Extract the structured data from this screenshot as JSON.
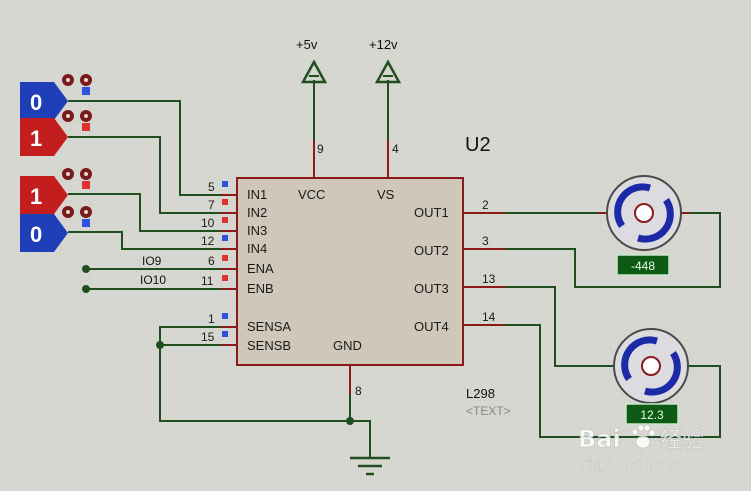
{
  "power": {
    "vcc_label": "+5v",
    "vs_label": "+12v"
  },
  "chip": {
    "ref": "U2",
    "part": "L298",
    "text": "<TEXT>",
    "left_pins": [
      {
        "num": "5",
        "name": "IN1"
      },
      {
        "num": "7",
        "name": "IN2"
      },
      {
        "num": "10",
        "name": "IN3"
      },
      {
        "num": "12",
        "name": "IN4"
      },
      {
        "num": "6",
        "name": "ENA"
      },
      {
        "num": "11",
        "name": "ENB"
      },
      {
        "num": "1",
        "name": "SENSA"
      },
      {
        "num": "15",
        "name": "SENSB"
      }
    ],
    "top_pins": [
      {
        "num": "9",
        "name": "VCC"
      },
      {
        "num": "4",
        "name": "VS"
      }
    ],
    "right_pins": [
      {
        "num": "2",
        "name": "OUT1"
      },
      {
        "num": "3",
        "name": "OUT2"
      },
      {
        "num": "13",
        "name": "OUT3"
      },
      {
        "num": "14",
        "name": "OUT4"
      }
    ],
    "bottom_pin": {
      "num": "8",
      "name": "GND"
    }
  },
  "net_labels": {
    "ena": "IO9",
    "enb": "IO10"
  },
  "logic_states": [
    {
      "value": "0",
      "color": "#1e3fb8",
      "indicator": "#2f52e0"
    },
    {
      "value": "1",
      "color": "#c41d1d",
      "indicator": "#e03030"
    },
    {
      "value": "1",
      "color": "#c41d1d",
      "indicator": "#e03030"
    },
    {
      "value": "0",
      "color": "#1e3fb8",
      "indicator": "#2f52e0"
    }
  ],
  "motors": [
    {
      "readout": "-448"
    },
    {
      "readout": "12.3"
    }
  ],
  "watermark": {
    "brand": "Bai",
    "cn": "经验",
    "url": "jingyan.baidu.com"
  },
  "colors": {
    "wire": "#1f4e1f",
    "pin": "#8b1a1a",
    "chip_fill": "#cfc8ba",
    "chip_border": "#8b1a1a"
  }
}
